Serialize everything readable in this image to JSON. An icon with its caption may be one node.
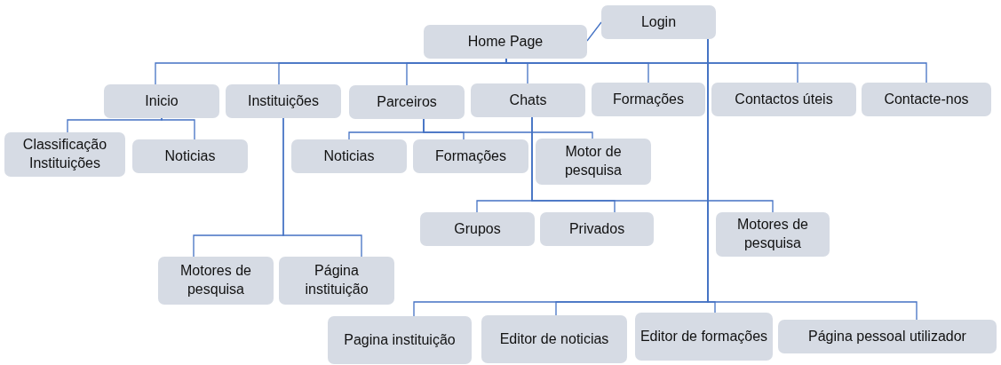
{
  "diagram": {
    "nodes": [
      {
        "text": [
          "Home Page"
        ]
      },
      {
        "text": [
          "Login"
        ]
      },
      {
        "text": [
          "Inicio"
        ]
      },
      {
        "text": [
          "Instituições"
        ]
      },
      {
        "text": [
          "Parceiros"
        ]
      },
      {
        "text": [
          "Chats"
        ]
      },
      {
        "text": [
          "Formações"
        ]
      },
      {
        "text": [
          "Contactos úteis"
        ]
      },
      {
        "text": [
          "Contacte-nos"
        ]
      },
      {
        "text": [
          "Classificação Instituições"
        ]
      },
      {
        "text": [
          "Noticias"
        ]
      },
      {
        "text": [
          "Noticias"
        ]
      },
      {
        "text": [
          "Formações"
        ]
      },
      {
        "text": [
          "Motor de pesquisa"
        ]
      },
      {
        "text": [
          "Grupos"
        ]
      },
      {
        "text": [
          "Privados"
        ]
      },
      {
        "text": [
          "Motores de pesquisa"
        ]
      },
      {
        "text": [
          "Motores de pesquisa"
        ]
      },
      {
        "text": [
          "Página instituição"
        ]
      },
      {
        "text": [
          "Pagina instituição"
        ]
      },
      {
        "text": [
          "Editor de noticias"
        ]
      },
      {
        "text": [
          "Editor de formações"
        ]
      },
      {
        "text": [
          "Página pessoal utilizador"
        ]
      }
    ],
    "edges": [
      {
        "from": 0,
        "to": 1,
        "arrow": "none"
      },
      {
        "from": 0,
        "to": 2,
        "arrow": "none"
      },
      {
        "from": 0,
        "to": 3,
        "arrow": "none"
      },
      {
        "from": 0,
        "to": 4,
        "arrow": "none"
      },
      {
        "from": 0,
        "to": 5,
        "arrow": "none"
      },
      {
        "from": 0,
        "to": 6,
        "arrow": "none"
      },
      {
        "from": 0,
        "to": 7,
        "arrow": "none"
      },
      {
        "from": 0,
        "to": 8,
        "arrow": "none"
      },
      {
        "from": 2,
        "to": 9,
        "arrow": "none"
      },
      {
        "from": 2,
        "to": 10,
        "arrow": "none"
      },
      {
        "from": 4,
        "to": 11,
        "arrow": "none"
      },
      {
        "from": 4,
        "to": 12,
        "arrow": "none"
      },
      {
        "from": 4,
        "to": 13,
        "arrow": "none"
      },
      {
        "from": 5,
        "to": 14,
        "arrow": "none"
      },
      {
        "from": 5,
        "to": 15,
        "arrow": "none"
      },
      {
        "from": 5,
        "to": 16,
        "arrow": "none"
      },
      {
        "from": 3,
        "to": 17,
        "arrow": "none"
      },
      {
        "from": 3,
        "to": 18,
        "arrow": "none"
      },
      {
        "from": 1,
        "to": 19,
        "arrow": "none"
      },
      {
        "from": 1,
        "to": 20,
        "arrow": "none"
      },
      {
        "from": 1,
        "to": 21,
        "arrow": "none"
      },
      {
        "from": 1,
        "to": 22,
        "arrow": "none"
      }
    ]
  }
}
